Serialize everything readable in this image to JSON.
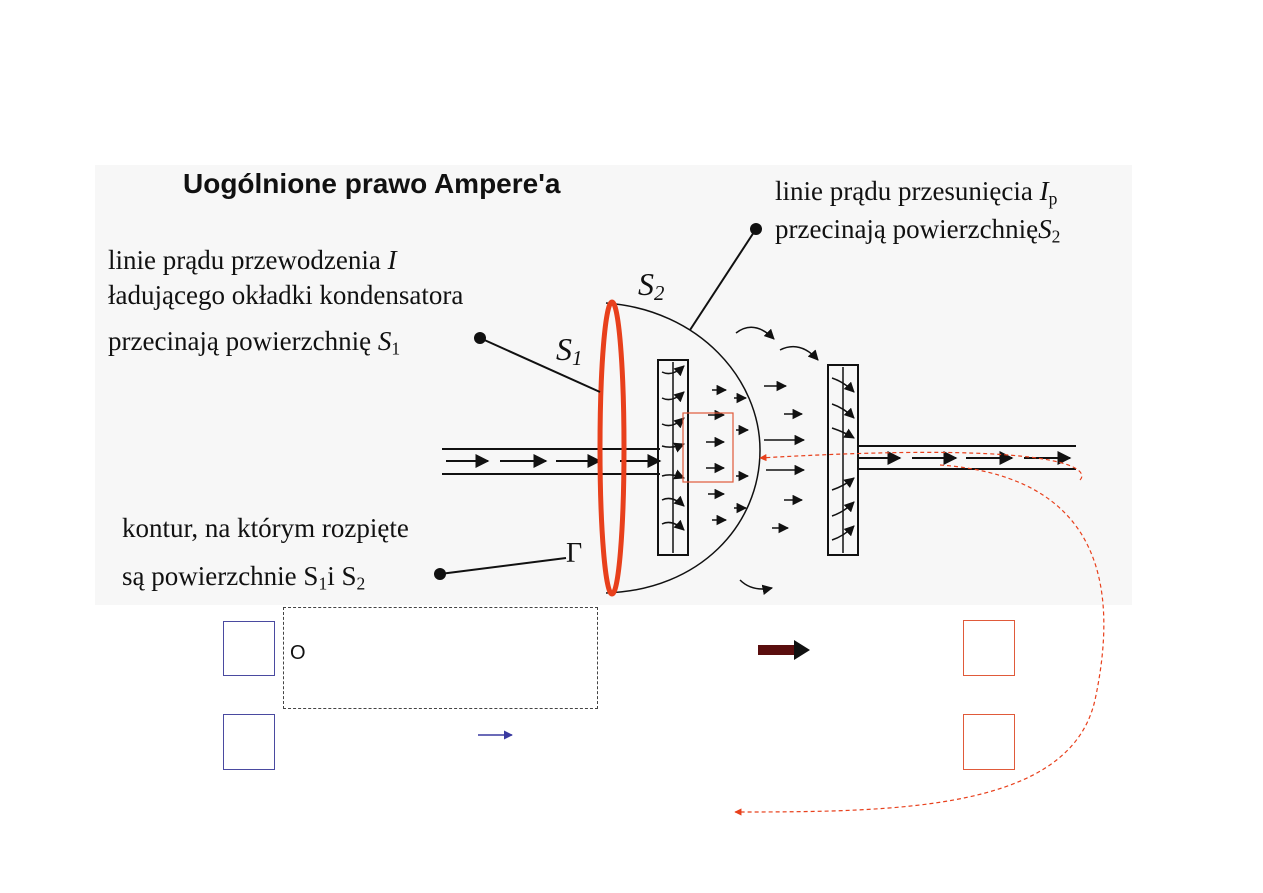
{
  "diagram": {
    "title": "Uogólnione prawo Ampere'a",
    "conduction_label": {
      "line1": "linie prądu przewodzenia",
      "line1_symbol": "I",
      "line2": "ładującego okładki kondensatora",
      "line3": "przecinają  powierzchnię",
      "line3_symbol": "S",
      "line3_sub": "1"
    },
    "displacement_label": {
      "line1": "linie prądu przesunięcia",
      "line1_symbol": "I",
      "line1_sub": "p",
      "line2": "przecinają powierzchnię",
      "line2_symbol": "S",
      "line2_sub": "2"
    },
    "contour_label": {
      "line1": "kontur, na którym rozpięte",
      "line2_a": "są powierzchnie S",
      "line2_sub1": "1",
      "line2_b": "i S",
      "line2_sub2": "2"
    },
    "symbols": {
      "s1": "S",
      "s1_sub": "1",
      "s2": "S",
      "s2_sub": "2",
      "gamma": "Γ"
    },
    "colors": {
      "highlight": "#e8401c",
      "blue_box": "#4a4aa0",
      "red_box": "#e05a3a"
    }
  },
  "lower": {
    "o_mark": "O"
  }
}
